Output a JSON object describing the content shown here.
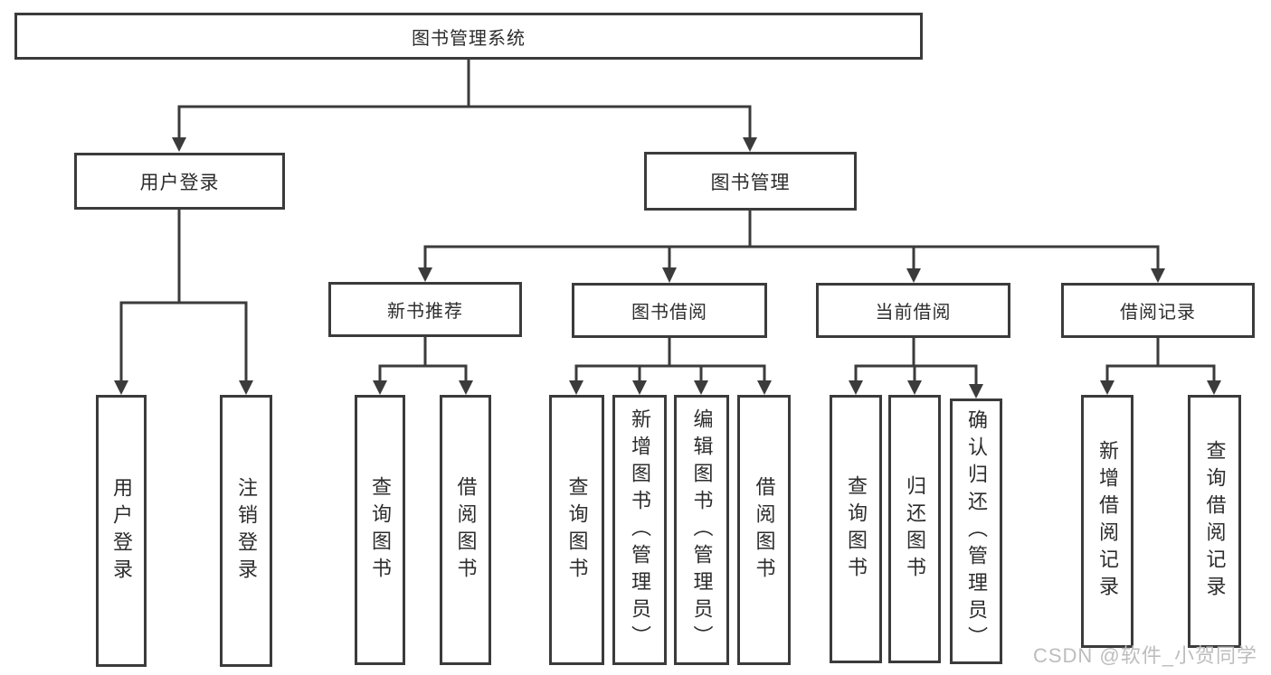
{
  "diagram": {
    "root": "图书管理系统",
    "level2": {
      "user_login": {
        "label": "用户登录",
        "children": [
          "用户登录",
          "注销登录"
        ]
      },
      "book_mgmt": {
        "label": "图书管理"
      }
    },
    "level3": {
      "new_book": {
        "label": "新书推荐",
        "children": [
          "查询图书",
          "借阅图书"
        ]
      },
      "borrow": {
        "label": "图书借阅",
        "children": [
          "查询图书",
          "新增图书（管理员）",
          "编辑图书（管理员）",
          "借阅图书"
        ]
      },
      "current": {
        "label": "当前借阅",
        "children": [
          "查询图书",
          "归还图书",
          "确认归还（管理员）"
        ]
      },
      "records": {
        "label": "借阅记录",
        "children": [
          "新增借阅记录",
          "查询借阅记录"
        ]
      }
    }
  },
  "watermark": {
    "text": "CSDN @软件_小贺同学"
  },
  "colors": {
    "line": "#3b3b3b",
    "text": "#2d2d2d",
    "watermark": "#bdbdbd",
    "background": "#ffffff"
  }
}
